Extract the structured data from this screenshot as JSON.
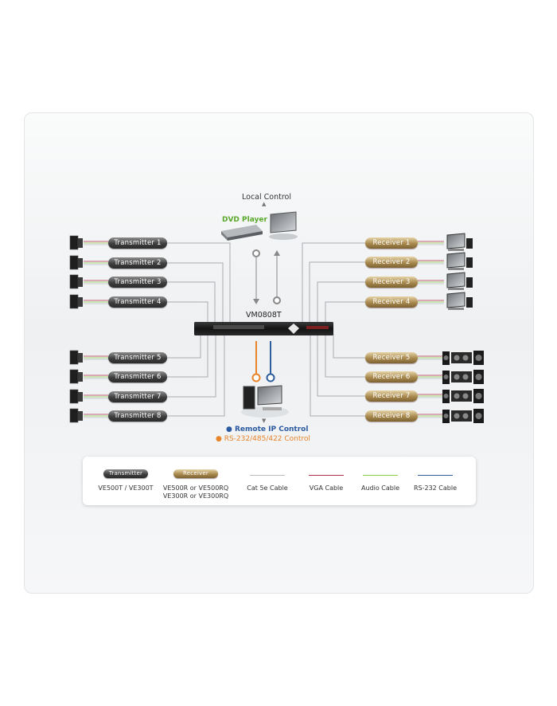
{
  "title": "VM0808T",
  "top": {
    "local_control": "Local Control",
    "dvd_player": "DVD Player"
  },
  "bottom": {
    "remote_ip": "Remote IP Control",
    "rs232": "RS-232/485/422 Control"
  },
  "transmitters": [
    "Transmitter 1",
    "Transmitter 2",
    "Transmitter 3",
    "Transmitter 4",
    "Transmitter 5",
    "Transmitter 6",
    "Transmitter 7",
    "Transmitter 8"
  ],
  "receivers": [
    "Receiver 1",
    "Receiver 2",
    "Receiver 3",
    "Receiver 4",
    "Receiver 5",
    "Receiver 6",
    "Receiver 7",
    "Receiver 8"
  ],
  "legend": {
    "tx_pill": "Transmitter",
    "tx_models": "VE500T / VE300T",
    "rx_pill": "Receiver",
    "rx_models_1": "VE500R or VE500RQ",
    "rx_models_2": "VE300R or VE300RQ",
    "cat5": "Cat 5e Cable",
    "vga": "VGA Cable",
    "audio": "Audio Cable",
    "rs232": "RS-232 Cable"
  },
  "colors": {
    "cat5": "#b9bcc0",
    "vga": "#b0304e",
    "audio": "#8fcf4a",
    "rs232": "#2f5e9c",
    "green_label": "#5aa82b",
    "blue_label": "#2b5aa0",
    "orange_label": "#e8842a",
    "serial_orange": "#e8842a"
  },
  "icons": {
    "source": "tower-pc-icon",
    "display": "monitor-speakers-icon",
    "theater": "home-theater-icon",
    "switch": "matrix-switch-icon",
    "dvd": "dvd-player-icon",
    "console": "pc-console-icon"
  }
}
